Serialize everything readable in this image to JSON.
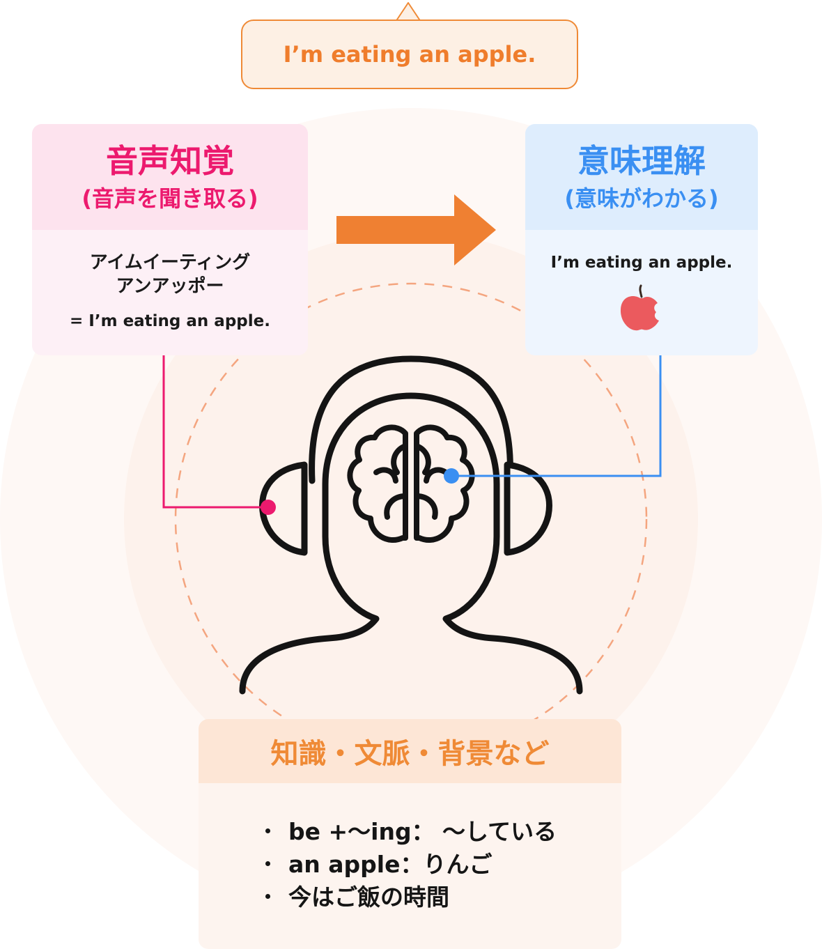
{
  "bubble_text": "I’m eating an apple.",
  "perception": {
    "title": "音声知覚",
    "subtitle": "(音声を聞き取る)",
    "katakana_line1": "アイムイーティング",
    "katakana_line2": "アンアッポー",
    "equation": "= I’m eating an apple."
  },
  "comprehension": {
    "title": "意味理解",
    "subtitle": "(意味がわかる)",
    "sentence": "I’m eating an apple."
  },
  "knowledge": {
    "title": "知識・文脈・背景など",
    "items": [
      "be +〜ing： 〜している",
      "an apple：りんご",
      "今はご飯の時間"
    ]
  },
  "colors": {
    "orange": "#ef8a36",
    "pink": "#ec1a6e",
    "blue": "#3a8ff2"
  },
  "icons": [
    "head-with-headphones-icon",
    "brain-icon",
    "apple-icon",
    "arrow-right-icon"
  ]
}
